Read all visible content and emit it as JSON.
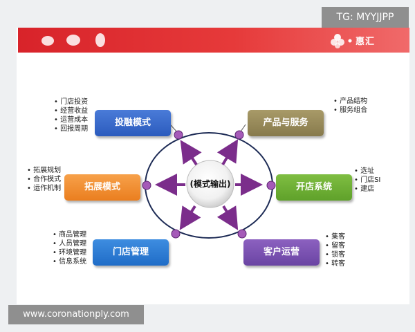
{
  "overlays": {
    "tg_text": "TG: MYYJJPP",
    "url_text": "www.coronationply.com"
  },
  "brand": {
    "text": "惠汇"
  },
  "diagram": {
    "center": "(模式输出)",
    "modules": {
      "financing": {
        "label": "投融模式",
        "bullets": [
          "门店投资",
          "经营收益",
          "运营成本",
          "回报周期"
        ]
      },
      "expansion": {
        "label": "拓展模式",
        "bullets": [
          "拓展规划",
          "合作模式",
          "运作机制"
        ]
      },
      "store_mgmt": {
        "label": "门店管理",
        "bullets": [
          "商品管理",
          "人员管理",
          "环境管理",
          "信息系统"
        ]
      },
      "product": {
        "label": "产品与服务",
        "bullets": [
          "产品结构",
          "服务组合"
        ]
      },
      "opening": {
        "label": "开店系统",
        "bullets": [
          "选址",
          "门店SI",
          "建店"
        ]
      },
      "customer": {
        "label": "客户运营",
        "bullets": [
          "集客",
          "留客",
          "锁客",
          "转客"
        ]
      }
    }
  },
  "colors": {
    "banner_red": "#d8232a",
    "arrow_purple": "#7b2d8b",
    "node_purple": "#a55ab8",
    "box_blue": "#2b5bbd",
    "box_orange": "#ea7e1f",
    "box_olive": "#877a4c",
    "box_green": "#5fa12a",
    "box_purple": "#6a44a3"
  }
}
